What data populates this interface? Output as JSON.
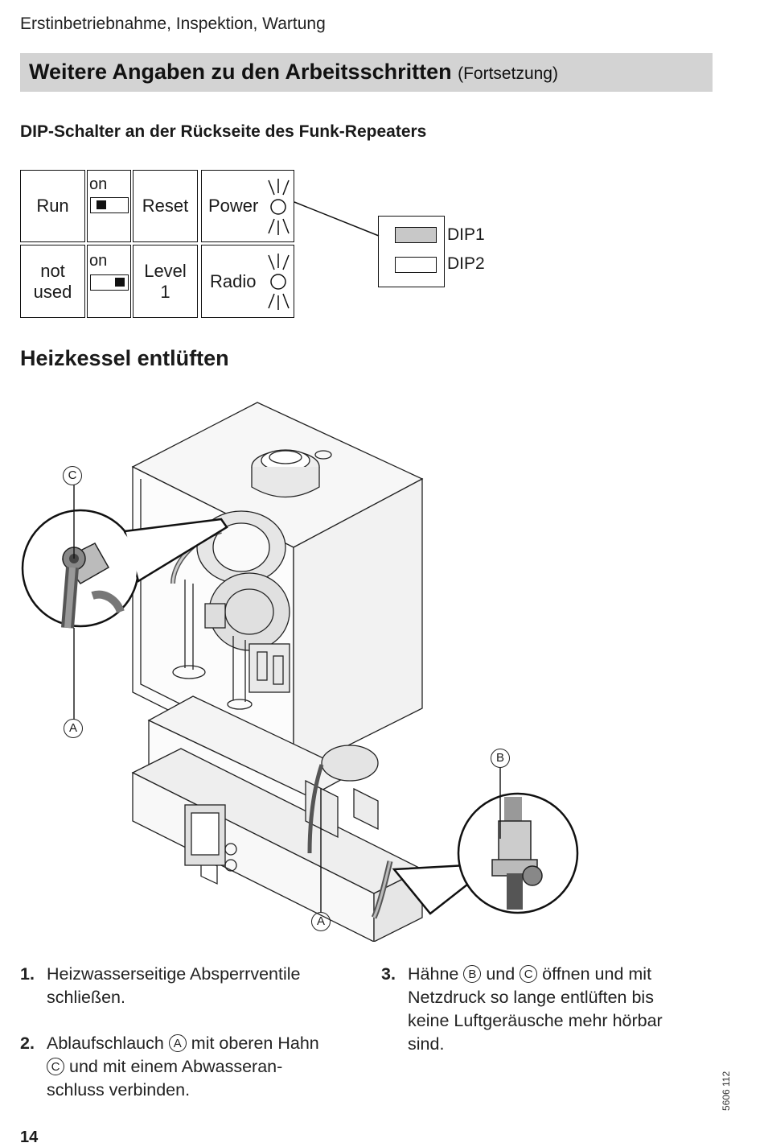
{
  "header": {
    "section": "Erstinbetriebnahme, Inspektion, Wartung"
  },
  "title": {
    "main": "Weitere Angaben zu den Arbeitsschritten",
    "sub": "(Fortsetzung)"
  },
  "dip_section": {
    "heading": "DIP-Schalter an der Rückseite des Funk-Repeaters",
    "cells": {
      "run": "Run",
      "on_top": "on",
      "reset": "Reset",
      "power": "Power",
      "not_used_1": "not",
      "not_used_2": "used",
      "on_bottom": "on",
      "level_1": "Level",
      "level_2": "1",
      "radio": "Radio"
    },
    "dip_labels": [
      "DIP1",
      "DIP2"
    ]
  },
  "vent_section": {
    "heading": "Heizkessel entlüften",
    "callouts": {
      "a": "A",
      "b": "B",
      "c": "C"
    }
  },
  "steps": [
    {
      "num": "1.",
      "lines": [
        "Heizwasserseitige Absperrventile",
        "schließen."
      ]
    },
    {
      "num": "2.",
      "pre": "Ablaufschlauch",
      "mid1": "A",
      "post1": "mit oberen Hahn",
      "mid2": "C",
      "post2": "und mit einem Abwasseran-",
      "line3": "schluss verbinden."
    },
    {
      "num": "3.",
      "pre": "Hähne",
      "mid1": "B",
      "post1": "und",
      "mid2": "C",
      "post2": "öffnen und mit",
      "line2": "Netzdruck so lange entlüften bis",
      "line3": "keine Luftgeräusche mehr hörbar",
      "line4": "sind."
    }
  ],
  "footer": {
    "page": "14",
    "doc_number": "5606 112"
  }
}
